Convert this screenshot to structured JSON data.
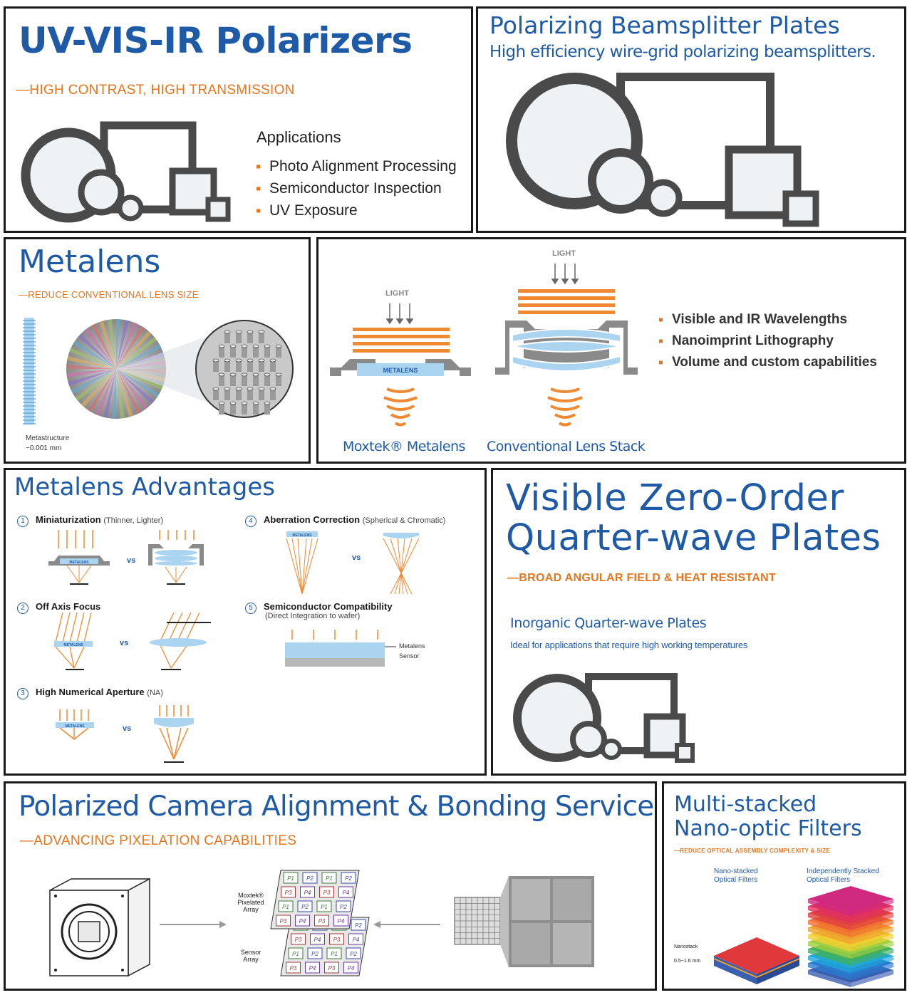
{
  "uv_panel": {
    "title": "UV-VIS-IR Polarizers",
    "subtitle": "—HIGH CONTRAST, HIGH TRANSMISSION",
    "applications_heading": "Applications",
    "applications": [
      "Photo Alignment Processing",
      "Semiconductor Inspection",
      "UV Exposure"
    ]
  },
  "pbs_panel": {
    "title": "Polarizing Beamsplitter Plates",
    "subtitle": "High efficiency wire-grid polarizing beamsplitters."
  },
  "metalens_panel": {
    "title": "Metalens",
    "subtitle": "—REDUCE CONVENTIONAL LENS SIZE",
    "metastructure_label": "Metastructure",
    "metastructure_size": "~0.001 mm"
  },
  "compare_panel": {
    "light_label": "LIGHT",
    "metalens_label": "METALENS",
    "left_caption": "Moxtek® Metalens",
    "right_caption": "Conventional Lens Stack",
    "bullets": [
      "Visible and IR Wavelengths",
      "Nanoimprint Lithography",
      "Volume and custom capabilities"
    ]
  },
  "advantages_panel": {
    "title": "Metalens Advantages",
    "vs": "vs",
    "metalens_tag": "METALENS",
    "items": [
      {
        "num": "1",
        "label": "Miniaturization",
        "note": "(Thinner, Lighter)"
      },
      {
        "num": "2",
        "label": "Off Axis Focus",
        "note": ""
      },
      {
        "num": "3",
        "label": "High Numerical Aperture",
        "note": "(NA)"
      },
      {
        "num": "4",
        "label": "Aberration Correction",
        "note": "(Spherical & Chromatic)"
      },
      {
        "num": "5",
        "label": "Semiconductor Compatibility",
        "note": "(Direct Integration to wafer)"
      }
    ],
    "wafer_labels": [
      "Metalens",
      "Sensor"
    ]
  },
  "qwp_panel": {
    "title_line1": "Visible Zero-Order",
    "title_line2": "Quarter-wave Plates",
    "subtitle": "—BROAD ANGULAR FIELD & HEAT RESISTANT",
    "product": "Inorganic Quarter-wave Plates",
    "description": "Ideal for applications that require high working temperatures"
  },
  "camera_panel": {
    "title": "Polarized Camera Alignment & Bonding Service",
    "subtitle": "—ADVANCING PIXELATION CAPABILITIES",
    "array_label_1": "Moxtek® Pixelated Array",
    "array_label_2": "Sensor Array",
    "pixel_labels": [
      "P1",
      "P2",
      "P3",
      "P4"
    ]
  },
  "filters_panel": {
    "title_line1": "Multi-stacked",
    "title_line2": "Nano-optic Filters",
    "subtitle": "—REDUCE OPTICAL ASSEMBLY COMPLEXITY & SIZE",
    "left_label": "Nano-stacked Optical Filters",
    "right_label": "Independently Stacked Optical Filters",
    "nanostack_label": "Nanostack",
    "nanostack_size": "0.5~1.6 mm"
  },
  "colors": {
    "brand_blue": "#1f5aa6",
    "accent_orange": "#e8741c",
    "frame_gray": "#4a4a4a",
    "lens_blue": "#aad4f0"
  }
}
